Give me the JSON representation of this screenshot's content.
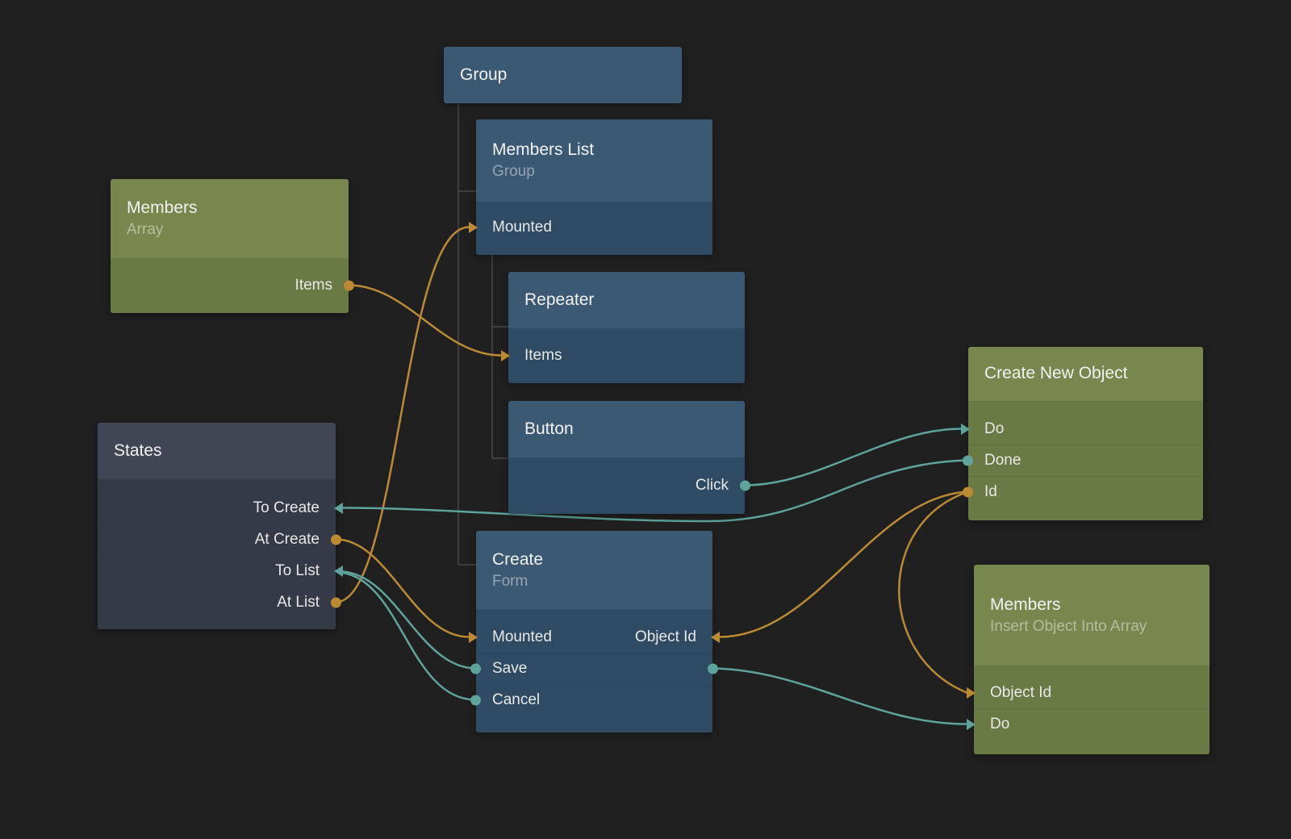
{
  "colors": {
    "bg": "#202020",
    "blue_header": "#3c5974",
    "blue_body": "#2f4b64",
    "green_header": "#78874d",
    "green_body": "#6a7a44",
    "slate_header": "#414654",
    "slate_body": "#353a47",
    "wire_orange": "#bc8a33",
    "wire_teal": "#5ea49c",
    "title_text": "#f2f2f2",
    "subtitle_text": "rgba(255,255,255,0.45)",
    "port_text": "#e8e8e8",
    "hierarchy_line": "#4d4d4d"
  },
  "nodes": {
    "group": {
      "title": "Group"
    },
    "members_list": {
      "title": "Members List",
      "subtitle": "Group",
      "ports": {
        "mounted": "Mounted"
      }
    },
    "members_array": {
      "title": "Members",
      "subtitle": "Array",
      "ports": {
        "items": "Items"
      }
    },
    "repeater": {
      "title": "Repeater",
      "ports": {
        "items": "Items"
      }
    },
    "button": {
      "title": "Button",
      "ports": {
        "click": "Click"
      }
    },
    "states": {
      "title": "States",
      "ports": {
        "to_create": "To Create",
        "at_create": "At Create",
        "to_list": "To List",
        "at_list": "At List"
      }
    },
    "create_form": {
      "title": "Create",
      "subtitle": "Form",
      "ports": {
        "mounted": "Mounted",
        "object_id": "Object Id",
        "save": "Save",
        "cancel": "Cancel"
      }
    },
    "create_new_object": {
      "title": "Create New Object",
      "ports": {
        "do": "Do",
        "done": "Done",
        "id": "Id"
      }
    },
    "members_insert": {
      "title": "Members",
      "subtitle": "Insert Object Into Array",
      "ports": {
        "object_id": "Object Id",
        "do": "Do"
      }
    }
  }
}
